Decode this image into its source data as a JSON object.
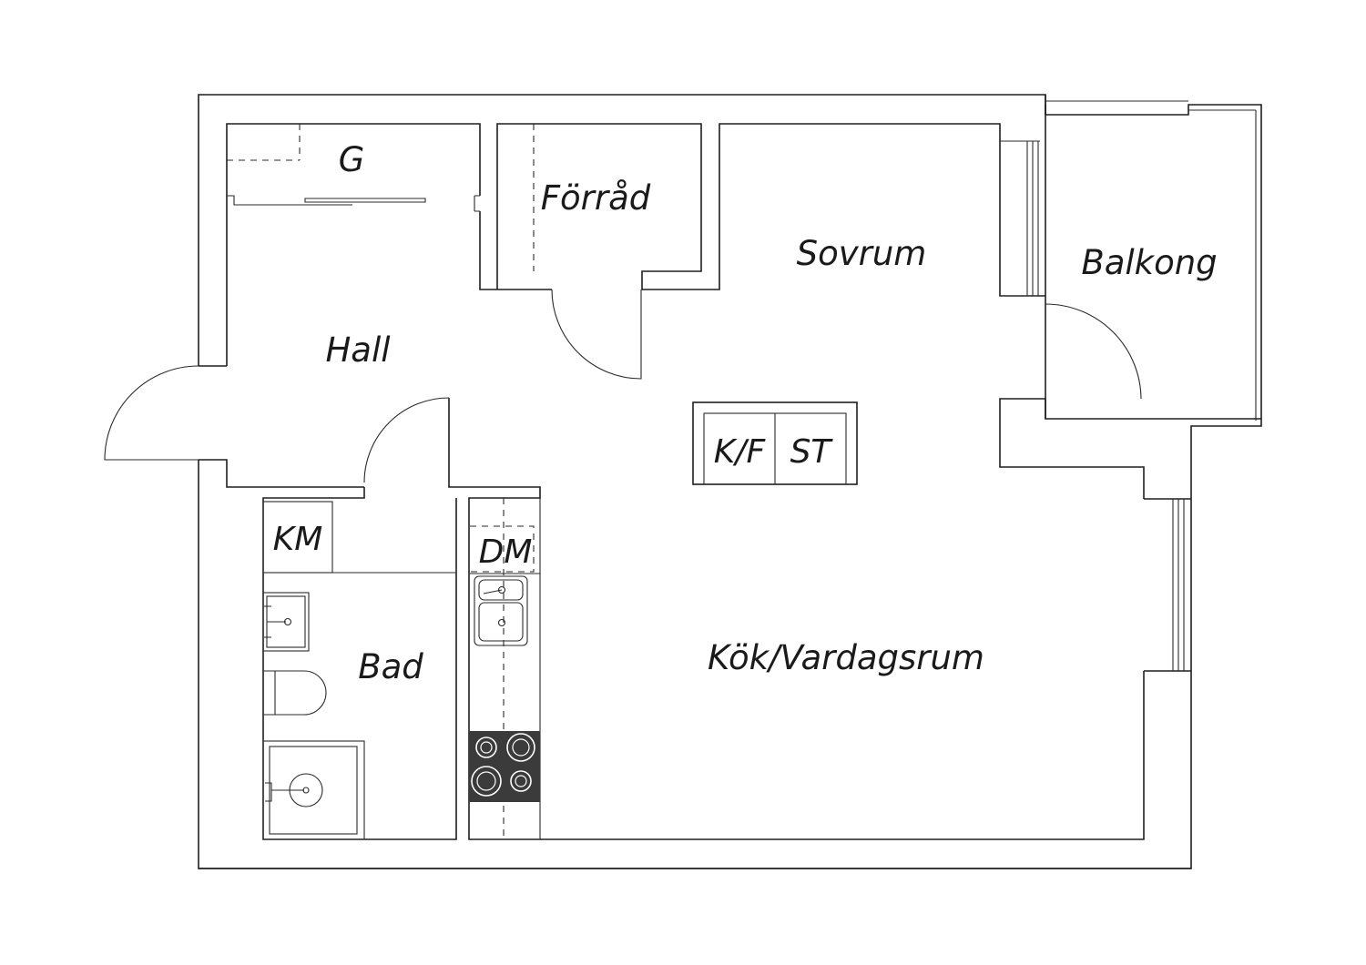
{
  "rooms": {
    "hall": "Hall",
    "forrad": "Förråd",
    "sovrum": "Sovrum",
    "balkong": "Balkong",
    "bad": "Bad",
    "kok_vardagsrum": "Kök/Vardagsrum"
  },
  "fixtures": {
    "garderob": "G",
    "kyl_frys": "K/F",
    "stadskap": "ST",
    "tvattmaskin": "KM",
    "diskmaskin": "DM"
  },
  "colors": {
    "line": "#1f1f1f",
    "stove": "#3b3b3b",
    "background": "#ffffff"
  },
  "icons": [
    "sink-icon",
    "toilet-icon",
    "shower-icon",
    "stove-icon",
    "door-swing-icon",
    "window-icon"
  ]
}
